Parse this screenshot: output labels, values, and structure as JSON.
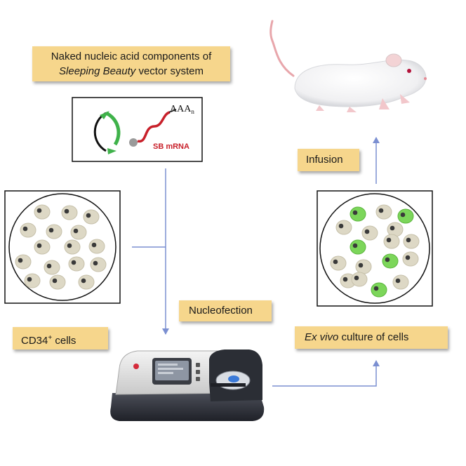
{
  "labels": {
    "vector_line1": "Naked nucleic acid components of",
    "vector_line2_italic": "Sleeping Beauty",
    "vector_line2_rest": " vector system",
    "nucleofection": "Nucleofection",
    "cd34_main": "CD34",
    "cd34_sup": "+",
    "cd34_rest": " cells",
    "exvivo_italic": "Ex vivo",
    "exvivo_rest": " culture of cells",
    "infusion": "Infusion",
    "mrna": "SB mRNA",
    "polya_main": "AAA",
    "polya_sub": "n"
  },
  "colors": {
    "label_bg": "#f6d68c",
    "arrow": "#7b8fd1",
    "cell": "#ddd8c5",
    "cell_nucleus": "#3a3a3a",
    "transfected_cell": "#7cd65a",
    "plasmid_green": "#3fb24a",
    "mrna_red": "#c8202a"
  },
  "icons": {
    "plasmid": "circular-plasmid-icon",
    "mrna": "sb-mrna-strand-icon",
    "device": "nucleofector-device-icon",
    "mouse": "white-mouse-icon"
  }
}
